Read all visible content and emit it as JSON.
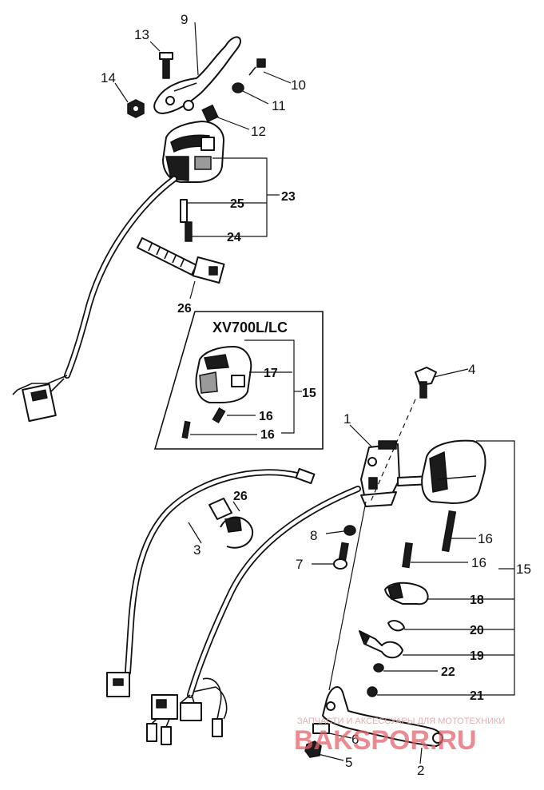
{
  "labels": {
    "p1": "1",
    "p2": "2",
    "p3": "3",
    "p4": "4",
    "p5": "5",
    "p6": "6",
    "p7": "7",
    "p8": "8",
    "p9": "9",
    "p10": "10",
    "p11": "11",
    "p12": "12",
    "p13": "13",
    "p14": "14",
    "p15_inset": "15",
    "p15_main": "15",
    "p16_inset_a": "16",
    "p16_inset_b": "16",
    "p16_main_a": "16",
    "p16_main_b": "16",
    "p17": "17",
    "p18": "18",
    "p19": "19",
    "p20": "20",
    "p21": "21",
    "p22": "22",
    "p23": "23",
    "p24": "24",
    "p25": "25",
    "p26_top": "26",
    "p26_mid": "26"
  },
  "inset": {
    "model_label": "XV700L/LC"
  },
  "watermark": {
    "tagline": "ЗАПЧАСТИ И АКСЕССУАРЫ ДЛЯ МОТОТЕХНИКИ",
    "brand": "BAKSPOR.RU"
  },
  "colors": {
    "line": "#111111",
    "watermark": "#e5636d"
  }
}
